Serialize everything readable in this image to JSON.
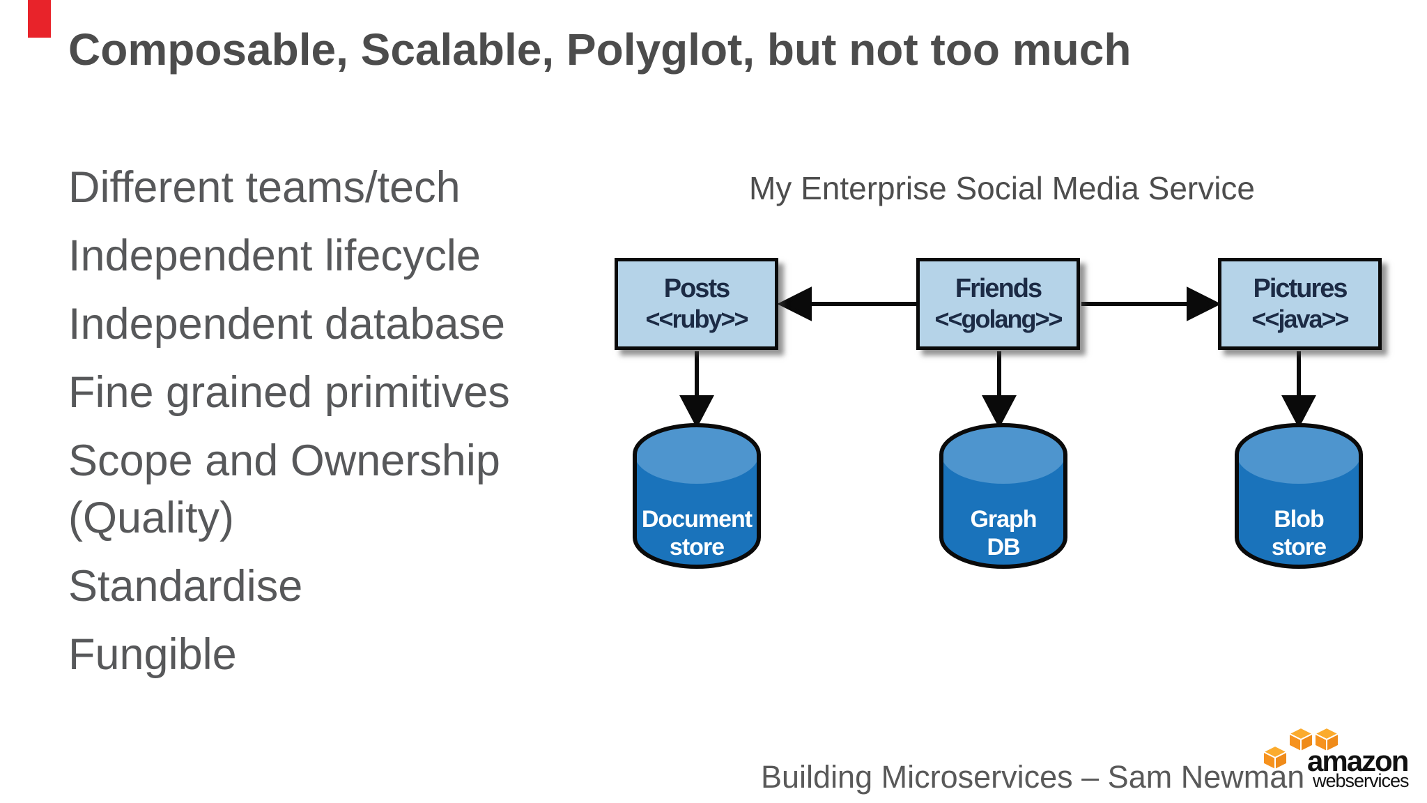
{
  "slide": {
    "title": "Composable, Scalable, Polyglot, but not too much",
    "bullets": [
      "Different teams/tech",
      "Independent lifecycle",
      "Independent database",
      "Fine grained primitives",
      "Scope and Ownership (Quality)",
      "Standardise",
      "Fungible"
    ],
    "footer": "Building Microservices – Sam Newman"
  },
  "diagram": {
    "title": "My Enterprise Social Media Service",
    "services": [
      {
        "name": "Posts",
        "stereotype": "<<ruby>>",
        "store_line1": "Document",
        "store_line2": "store"
      },
      {
        "name": "Friends",
        "stereotype": "<<golang>>",
        "store_line1": "Graph",
        "store_line2": "DB"
      },
      {
        "name": "Pictures",
        "stereotype": "<<java>>",
        "store_line1": "Blob",
        "store_line2": "store"
      }
    ],
    "colors": {
      "box_fill": "#b5d3e8",
      "box_border": "#0a0a0a",
      "cylinder_body": "#1a73bb",
      "cylinder_top": "#4e95ce",
      "arrow": "#0a0a0a",
      "label_text": "#1c2b45",
      "store_text": "#ffffff"
    }
  },
  "logo": {
    "line1": "amazon",
    "line2": "webservices",
    "cube_color": "#f6921e"
  },
  "marker": {
    "color": "#e8232a"
  }
}
